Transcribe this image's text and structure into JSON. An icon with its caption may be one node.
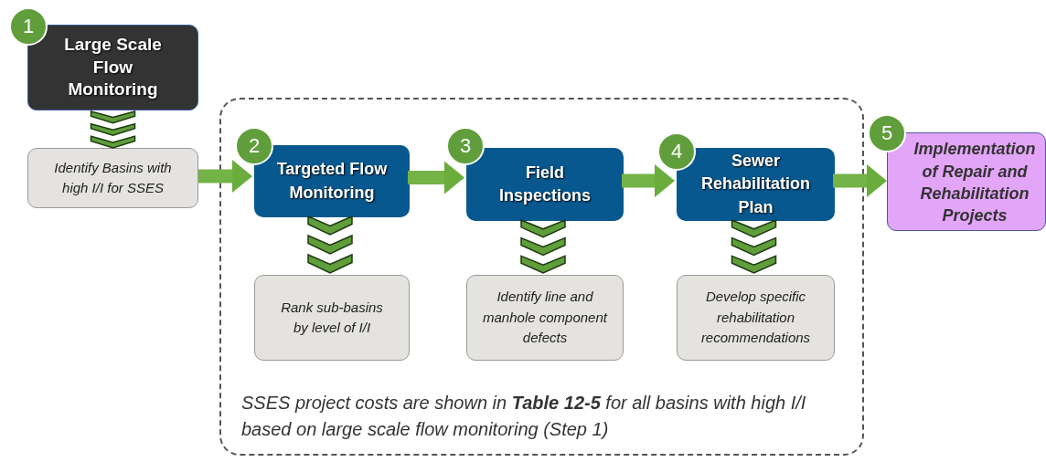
{
  "diagram": {
    "nodes": [
      {
        "text": [
          "1"
        ]
      },
      {
        "text": [
          "Large Scale Flow Monitoring"
        ]
      },
      {
        "text": [
          "Identify Basins with high I/I for SSES"
        ]
      },
      {
        "text": [
          "SSES project costs are shown in **Table 12-5** for all basins with high I/I based on large scale flow monitoring (Step 1)"
        ]
      },
      {
        "text": [
          "2"
        ],
        "in": 3
      },
      {
        "text": [
          "Targeted Flow Monitoring"
        ],
        "in": 3
      },
      {
        "text": [
          "3"
        ],
        "in": 3
      },
      {
        "text": [
          "Field Inspections"
        ],
        "in": 3
      },
      {
        "text": [
          "4"
        ],
        "in": 3
      },
      {
        "text": [
          "Sewer Rehabilitation Plan"
        ],
        "in": 3
      },
      {
        "text": [
          "Rank sub-basins by level of I/I"
        ],
        "in": 3
      },
      {
        "text": [
          "Identify line and manhole component defects"
        ],
        "in": 3
      },
      {
        "text": [
          "Develop specific rehabilitation recommendations"
        ],
        "in": 3
      },
      {
        "text": [
          "5"
        ]
      },
      {
        "text": [
          "Implementation of Repair and Rehabilitation Projects"
        ]
      }
    ],
    "edges": [
      {
        "from": 1,
        "to": 2,
        "arrow": "to"
      },
      {
        "from": 2,
        "to": 5,
        "arrow": "to"
      },
      {
        "from": 5,
        "to": 7,
        "arrow": "to"
      },
      {
        "from": 7,
        "to": 9,
        "arrow": "to"
      },
      {
        "from": 9,
        "to": 14,
        "arrow": "to"
      },
      {
        "from": 5,
        "to": 10,
        "arrow": "to"
      },
      {
        "from": 7,
        "to": 11,
        "arrow": "to"
      },
      {
        "from": 9,
        "to": 12,
        "arrow": "to"
      }
    ]
  }
}
